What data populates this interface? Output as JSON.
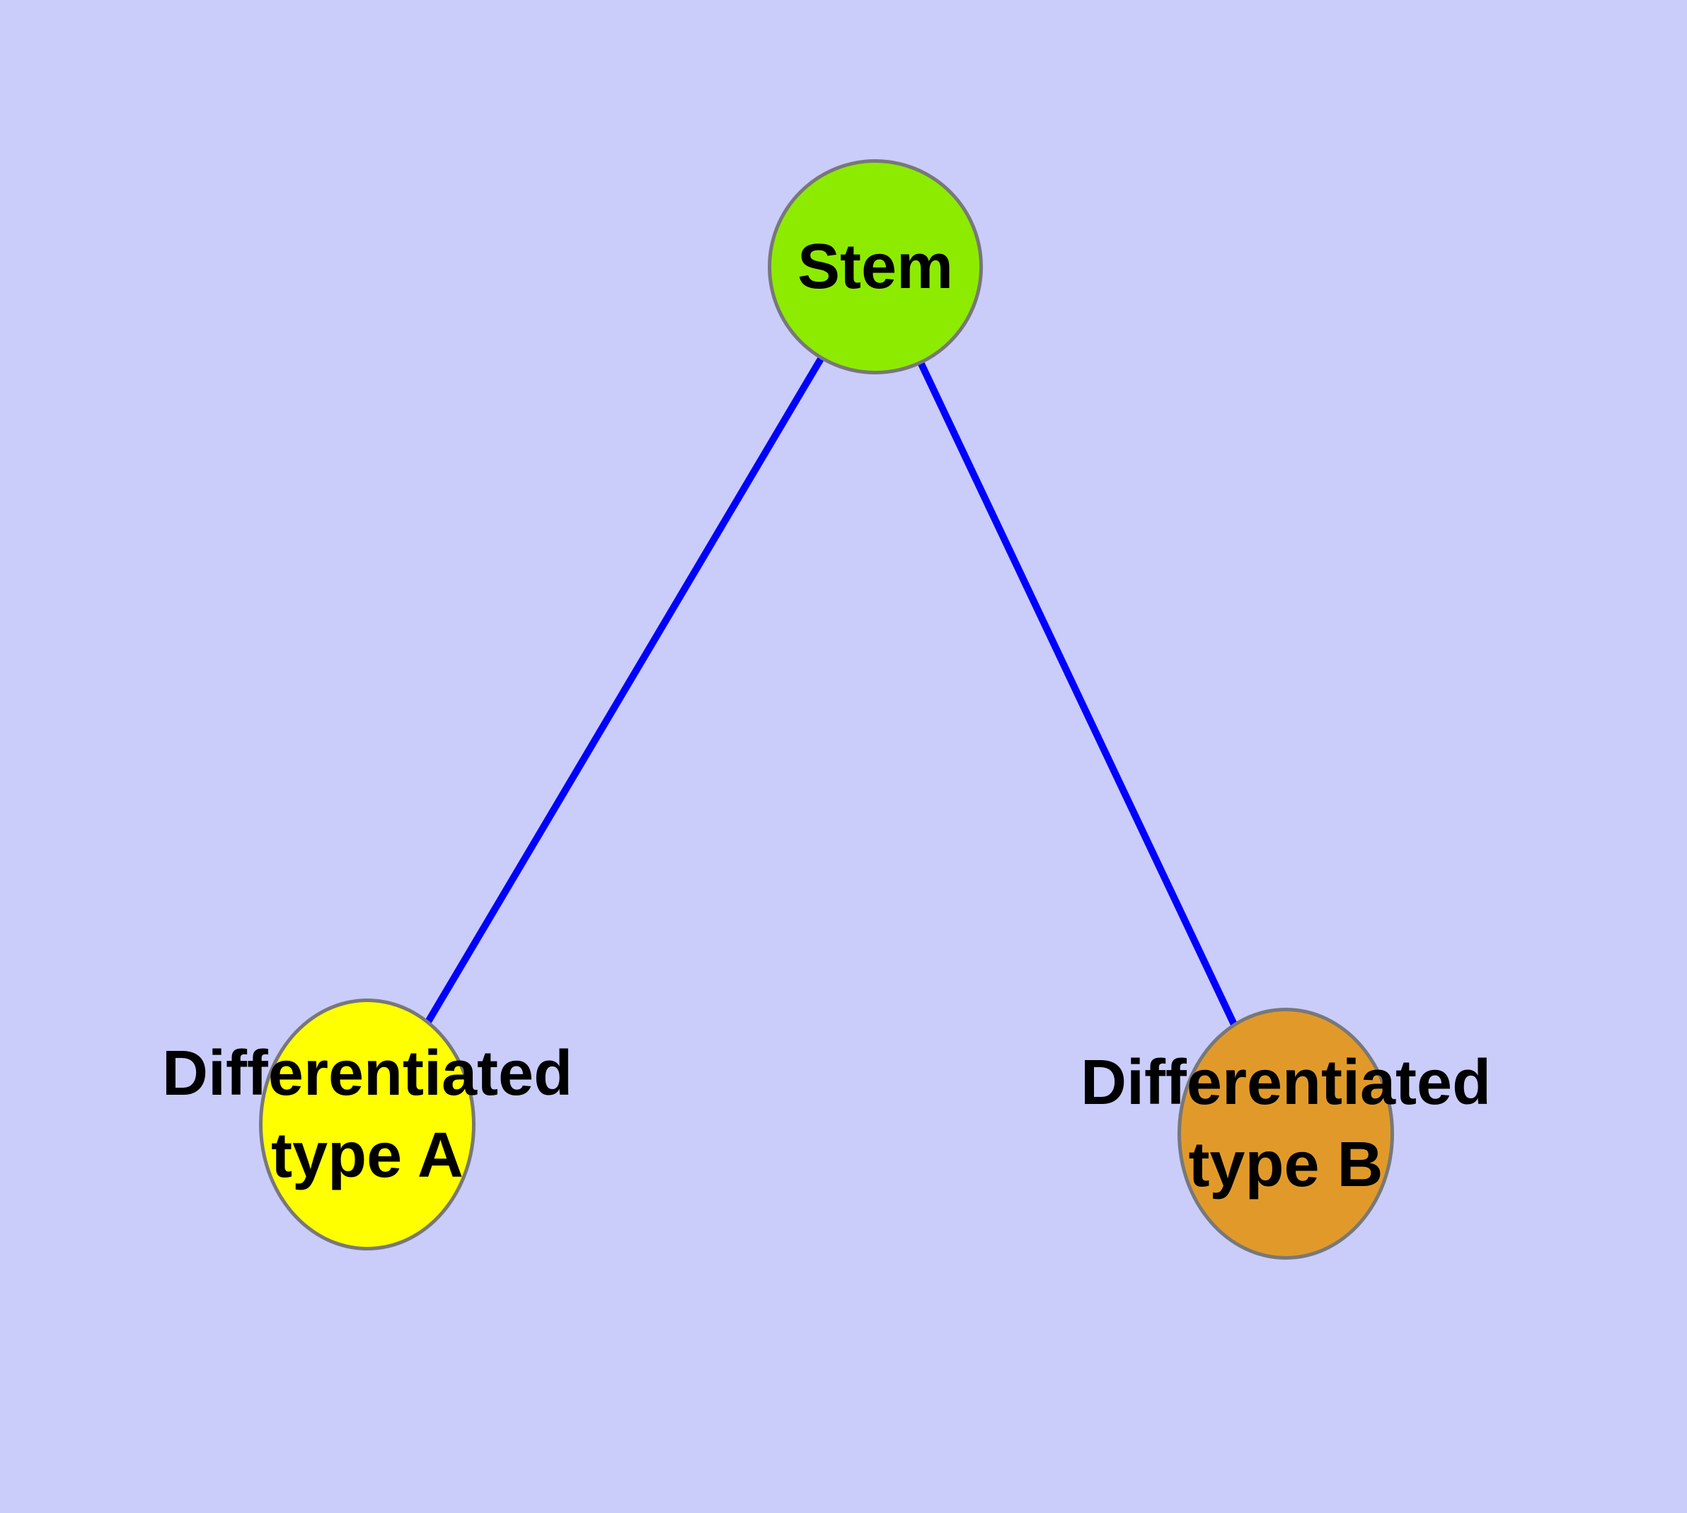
{
  "diagram": {
    "type": "node-link-graph",
    "background_color": "#CACCFA",
    "edge_color": "#0000FF",
    "node_border_color": "#787878",
    "label_text_color": "#000000",
    "nodes": {
      "stem": {
        "label": "Stem",
        "fill": "#8DEB00",
        "shape": "circle"
      },
      "typeA": {
        "label": "Differentiated type A",
        "label_line1": "Differentiated",
        "label_line2": "type A",
        "fill": "#FFFF00",
        "shape": "ellipse"
      },
      "typeB": {
        "label": "Differentiated type B",
        "label_line1": "Differentiated",
        "label_line2": "type B",
        "fill": "#E19A2A",
        "shape": "ellipse"
      }
    },
    "edges": [
      {
        "from": "Stem",
        "to": "Differentiated type A"
      },
      {
        "from": "Stem",
        "to": "Differentiated type B"
      }
    ]
  }
}
